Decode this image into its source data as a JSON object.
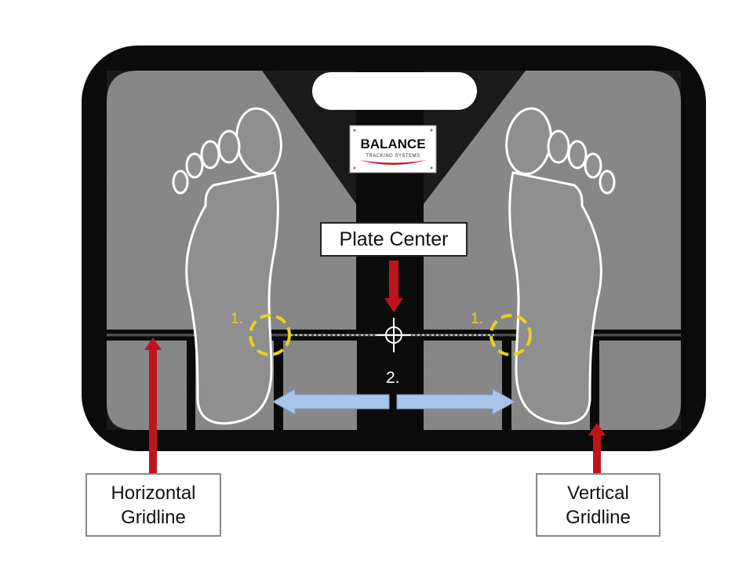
{
  "logo": {
    "brand": "BALANCE",
    "tagline": "TRACKING SYSTEMS"
  },
  "labels": {
    "plate_center": "Plate Center",
    "horizontal_gridline": [
      "Horizontal",
      "Gridline"
    ],
    "vertical_gridline": [
      "Vertical",
      "Gridline"
    ],
    "marker_1": "1.",
    "marker_2": "2."
  },
  "colors": {
    "frame": "#0b0b0b",
    "pad": "#8a8a8a",
    "foot_outline": "#ffffff",
    "marker_circle": "#e8d21c",
    "pointer_arrow": "#c0141c",
    "width_arrow": "#a9c6ea",
    "logo_swoosh": "#c0141c"
  }
}
